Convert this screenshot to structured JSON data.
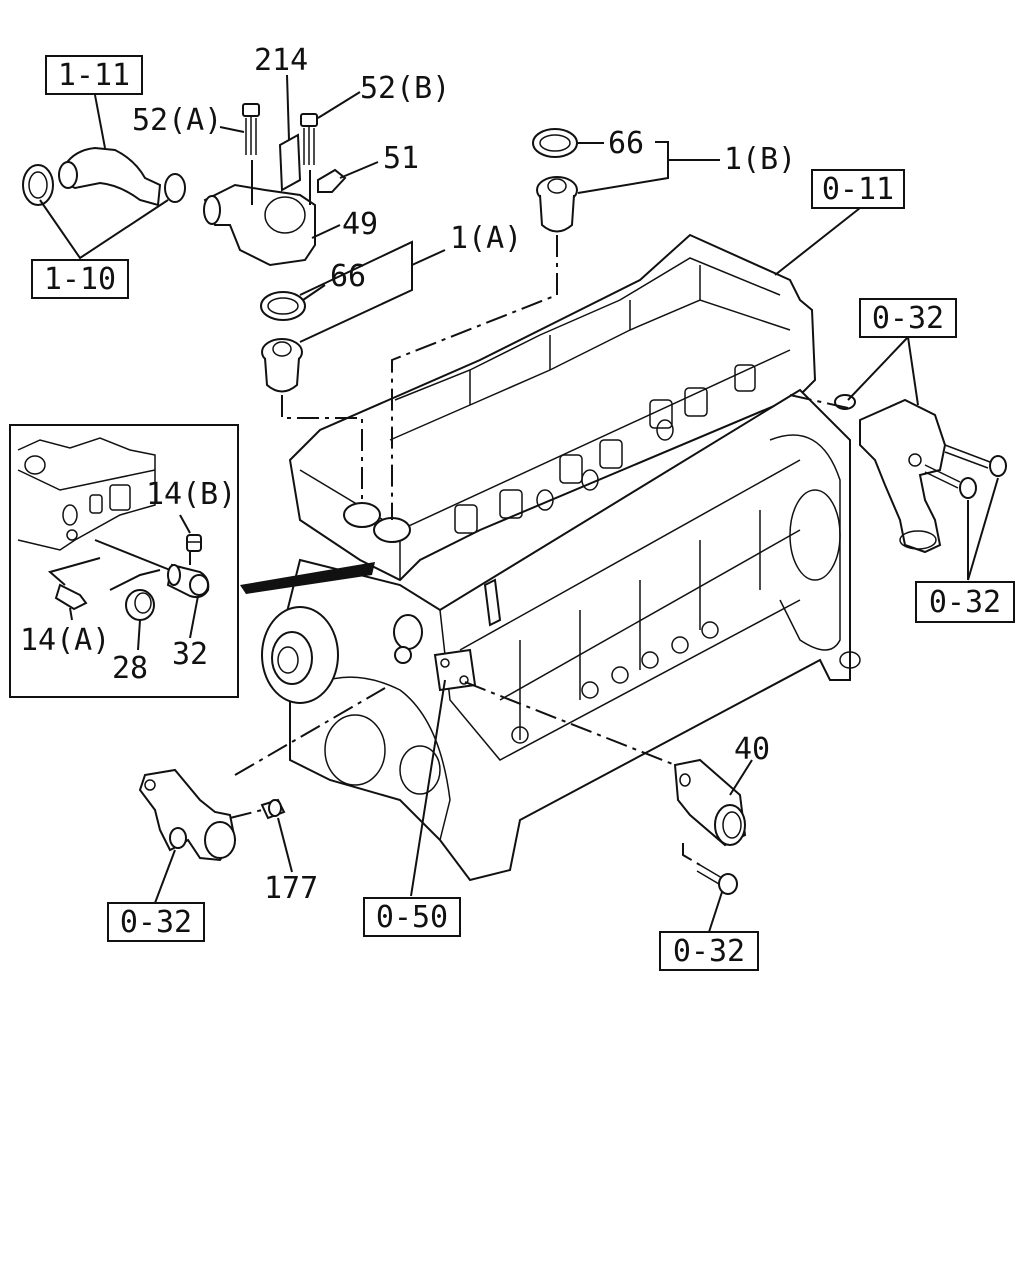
{
  "boxed_refs": {
    "ref_1_11": "1-11",
    "ref_1_10": "1-10",
    "ref_0_11": "0-11",
    "ref_0_32_top": "0-32",
    "ref_0_32_right": "0-32",
    "ref_0_32_left": "0-32",
    "ref_0_50": "0-50",
    "ref_0_32_bottom": "0-32"
  },
  "part_labels": {
    "p214": "214",
    "p52a": "52(A)",
    "p52b": "52(B)",
    "p51": "51",
    "p49": "49",
    "p66_top": "66",
    "p1b": "1(B)",
    "p66_mid": "66",
    "p1a": "1(A)",
    "p14b": "14(B)",
    "p14a": "14(A)",
    "p28": "28",
    "p32": "32",
    "p40": "40",
    "p177": "177"
  }
}
